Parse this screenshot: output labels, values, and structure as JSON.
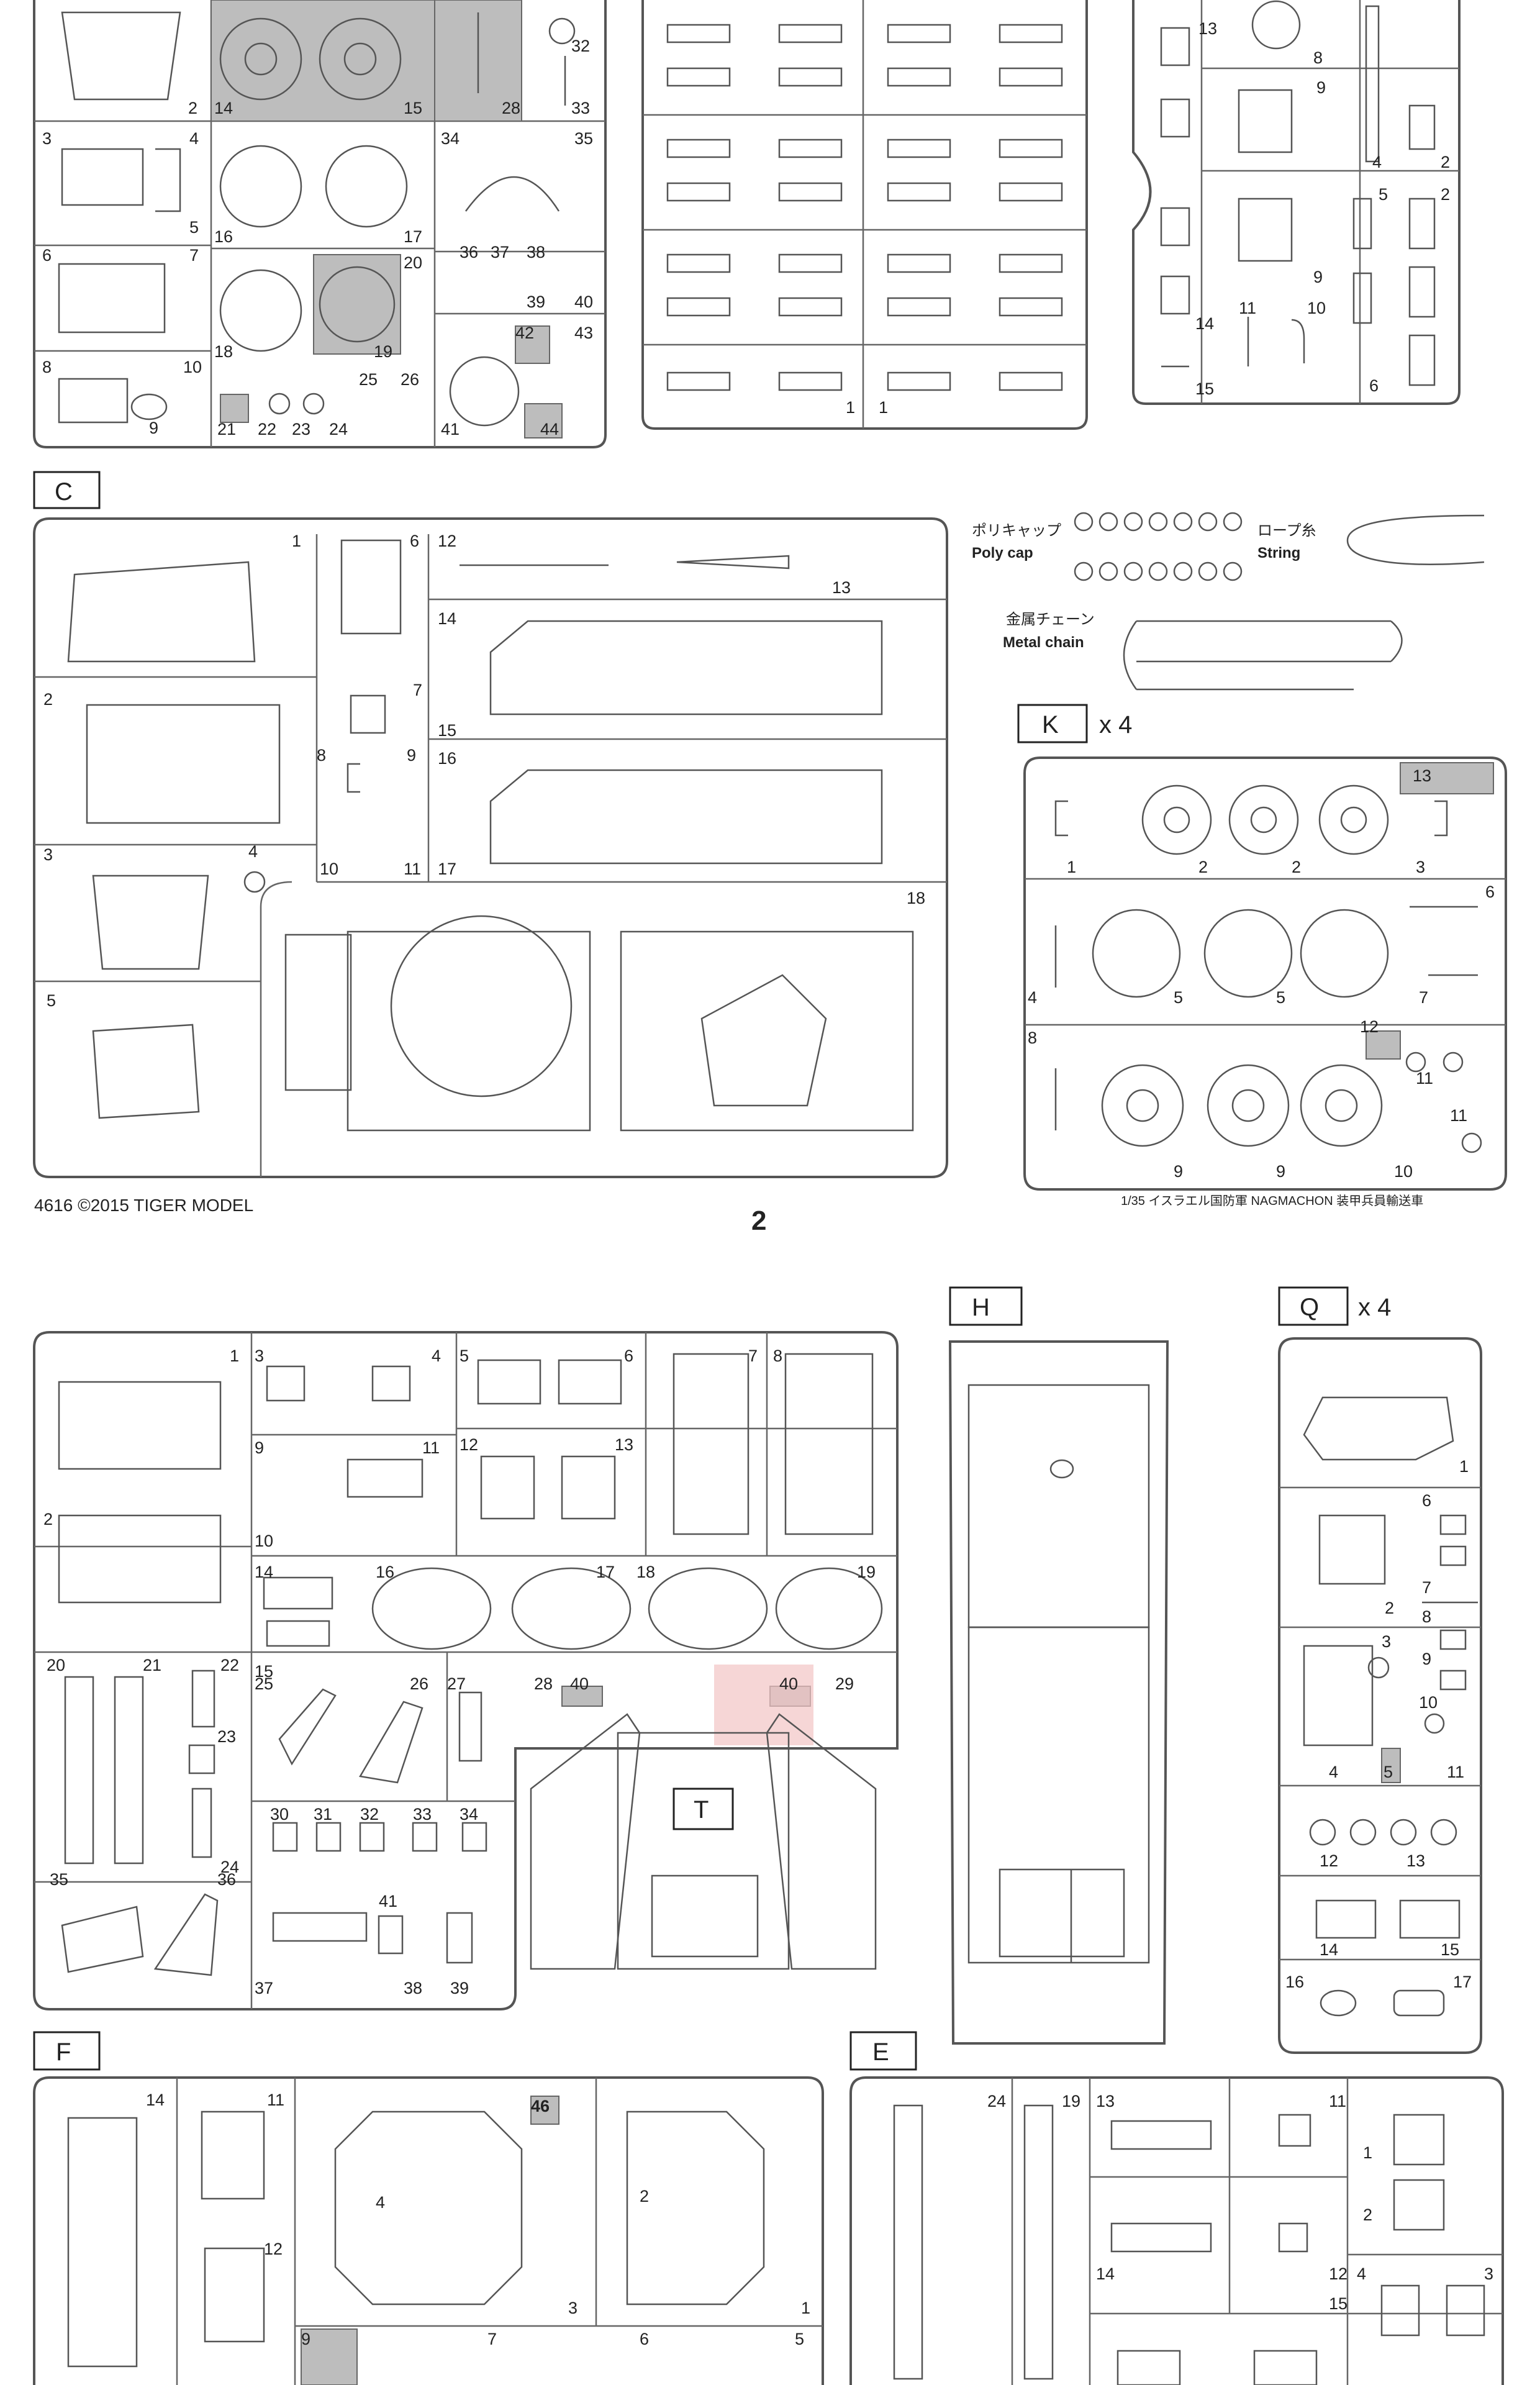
{
  "footer": {
    "left": "4616  ©2015  TIGER MODEL",
    "center": "2",
    "right": "1/35 イスラエル国防軍 NAGMACHON 装甲兵員輸送車"
  },
  "sprue_tags": {
    "C": "C",
    "K": "K",
    "K_qty": "x 4",
    "H": "H",
    "Q": "Q",
    "Q_qty": "x 4",
    "F": "F",
    "E": "E",
    "T": "T"
  },
  "accessories": {
    "polycap_jp": "ポリキャップ",
    "polycap_en": "Poly cap",
    "string_jp": "ロープ糸",
    "string_en": "String",
    "chain_jp": "金属チェーン",
    "chain_en": "Metal chain"
  },
  "top_left_sprue_numbers": [
    "2",
    "14",
    "15",
    "28",
    "32",
    "33",
    "3",
    "4",
    "5",
    "6",
    "7",
    "8",
    "10",
    "9",
    "16",
    "17",
    "18",
    "19",
    "20",
    "21",
    "22",
    "23",
    "24",
    "25",
    "26",
    "34",
    "35",
    "36",
    "37",
    "38",
    "39",
    "40",
    "41",
    "42",
    "43",
    "44"
  ],
  "top_middle_sprue_numbers": [
    "1",
    "1"
  ],
  "top_right_sprue_numbers": [
    "13",
    "8",
    "9",
    "4",
    "2",
    "5",
    "2",
    "9",
    "14",
    "11",
    "10",
    "15",
    "6"
  ],
  "sprue_C_numbers": [
    "1",
    "6",
    "12",
    "13",
    "2",
    "7",
    "14",
    "15",
    "8",
    "9",
    "16",
    "3",
    "4",
    "10",
    "11",
    "17",
    "5",
    "18"
  ],
  "sprue_K_numbers": [
    "13",
    "1",
    "2",
    "2",
    "3",
    "6",
    "4",
    "5",
    "5",
    "7",
    "8",
    "12",
    "11",
    "9",
    "9",
    "10",
    "11"
  ],
  "sprue_unlabeled_numbers": [
    "1",
    "3",
    "4",
    "5",
    "6",
    "7",
    "8",
    "9",
    "11",
    "12",
    "13",
    "10",
    "2",
    "14",
    "16",
    "17",
    "18",
    "19",
    "15",
    "20",
    "21",
    "22",
    "23",
    "24",
    "25",
    "26",
    "27",
    "28",
    "40",
    "40",
    "29",
    "30",
    "31",
    "32",
    "33",
    "34",
    "35",
    "36",
    "41",
    "37",
    "38",
    "39"
  ],
  "sprue_Q_numbers": [
    "1",
    "6",
    "7",
    "2",
    "8",
    "3",
    "9",
    "10",
    "4",
    "5",
    "11",
    "12",
    "13",
    "14",
    "15",
    "16",
    "17"
  ],
  "sprue_F_numbers": [
    "14",
    "11",
    "46",
    "12",
    "4",
    "2",
    "3",
    "1",
    "9",
    "7",
    "6",
    "5"
  ],
  "sprue_E_numbers": [
    "24",
    "19",
    "13",
    "11",
    "1",
    "2",
    "14",
    "12",
    "4",
    "3",
    "15"
  ]
}
